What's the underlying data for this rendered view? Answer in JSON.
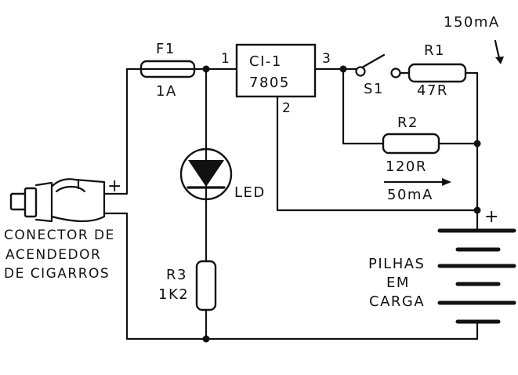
{
  "fuse": {
    "ref": "F1",
    "value": "1A"
  },
  "regulator": {
    "ref": "CI-1",
    "part": "7805",
    "pin_in": "1",
    "pin_out": "3",
    "pin_gnd": "2"
  },
  "switch": {
    "ref": "S1"
  },
  "r1": {
    "ref": "R1",
    "value": "47R"
  },
  "r2": {
    "ref": "R2",
    "value": "120R"
  },
  "r3": {
    "ref": "R3",
    "value": "1K2"
  },
  "led": {
    "label": "LED"
  },
  "currents": {
    "top": "150mA",
    "r2": "50mA"
  },
  "connector": {
    "lines": [
      "CONECTOR DE",
      "ACENDEDOR",
      "DE  CIGARROS"
    ],
    "plus": "+"
  },
  "battery": {
    "lines": [
      "PILHAS",
      "EM",
      "CARGA"
    ],
    "plus": "+"
  }
}
